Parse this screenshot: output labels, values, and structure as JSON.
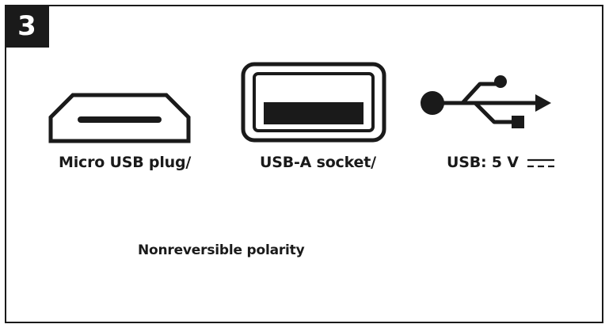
{
  "step": {
    "number": "3"
  },
  "items": [
    {
      "label": "Micro USB plug/",
      "icon": "micro-usb-plug-icon"
    },
    {
      "label": "USB-A socket/",
      "icon": "usb-a-socket-icon"
    },
    {
      "label": "USB: 5 V",
      "icon": "usb-trident-icon",
      "suffix_icon": "dc-current-icon"
    }
  ],
  "note": "Nonreversible polarity",
  "colors": {
    "ink": "#1a1a1a",
    "background": "#ffffff"
  }
}
